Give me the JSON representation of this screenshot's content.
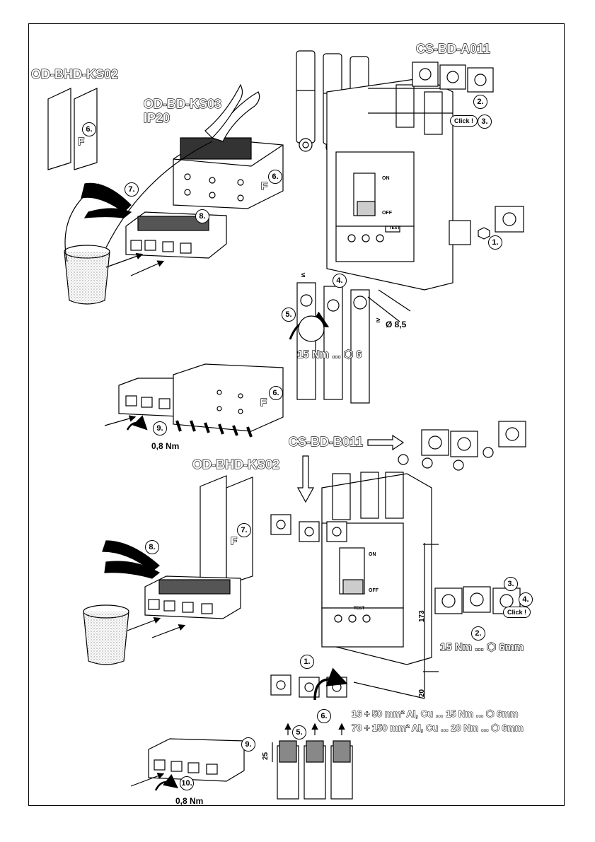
{
  "labels": {
    "cs_bd_a011": "CS-BD-A011",
    "od_bhd_ks02_top": "OD-BHD-KS02",
    "od_bd_ks03": "OD-BD-KS03",
    "ip20": "IP20",
    "cs_bd_b011": "CS-BD-B011",
    "od_bhd_ks02_bottom": "OD-BHD-KS02",
    "click_top": "Click !",
    "click_bottom": "Click !"
  },
  "top_section": {
    "steps": {
      "s1": "1.",
      "s2": "2.",
      "s3": "3.",
      "s4": "4.",
      "s5": "5.",
      "s6a": "6.",
      "s6b": "6.",
      "s6c": "6.",
      "s7": "7.",
      "s8": "8.",
      "s9": "9."
    },
    "force_label_a": "F",
    "force_label_b": "F",
    "force_label_c": "F",
    "torque_main": "15 Nm ... ⬡ 6",
    "torque_small": "0,8 Nm",
    "hole_dim": "Ø 8,5",
    "dim_le": "≤",
    "dim_ge": "≥"
  },
  "bottom_section": {
    "steps": {
      "s1": "1.",
      "s2": "2.",
      "s3": "3.",
      "s4": "4.",
      "s5": "5.",
      "s6": "6.",
      "s7": "7.",
      "s8": "8.",
      "s9": "9.",
      "s10": "10."
    },
    "force_label": "F",
    "torque_main": "15 Nm ... ⬡ 6mm",
    "torque_small": "0,8 Nm",
    "spec_line1": "16 ÷  50 mm² Al, Cu ... 15 Nm ... ⬡ 6mm",
    "spec_line2": "70 ÷ 150 mm² Al, Cu ... 20 Nm ... ⬡ 6mm",
    "dim_173": "173",
    "dim_20": "20",
    "dim_25": "25"
  },
  "device_marks": {
    "on": "ON",
    "off": "OFF",
    "test": "TEST"
  }
}
